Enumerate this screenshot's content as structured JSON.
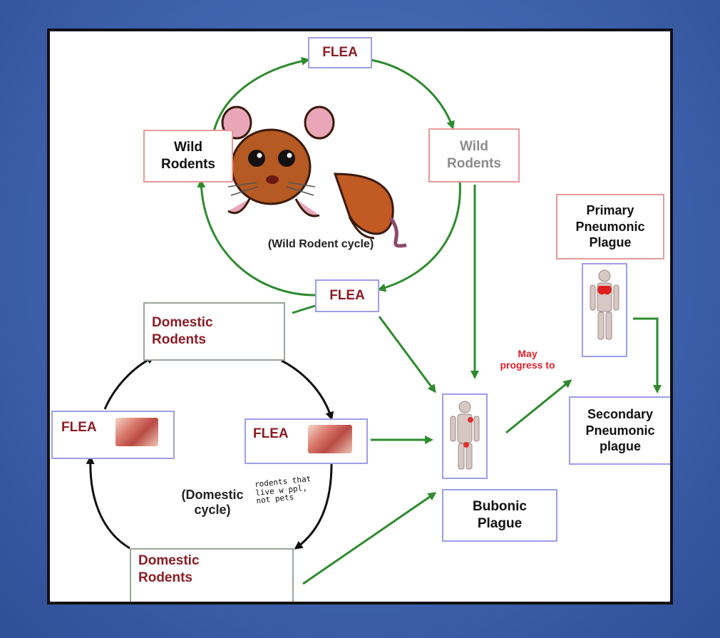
{
  "boxes": {
    "flea_top": "FLEA",
    "wild_rodents_left": "Wild\nRodents",
    "wild_rodents_right": "Wild\nRodents",
    "flea_middle": "FLEA",
    "domestic_rodents_top": "Domestic\nRodents",
    "flea_left": "FLEA",
    "flea_right": "FLEA",
    "domestic_rodents_bottom": "Domestic\nRodents",
    "bubonic_plague": "Bubonic\nPlague",
    "primary_pneumonic": "Primary\nPneumonic\nPlague",
    "secondary_pneumonic": "Secondary\nPneumonic\nplague"
  },
  "labels": {
    "wild_cycle": "(Wild Rodent cycle)",
    "domestic_cycle": "(Domestic\ncycle)",
    "may_progress": "May\nprogress to",
    "handwritten_note": "rodents that\nlive w ppl,\nnot pets"
  },
  "colors": {
    "green_arrow": "#2e8b2e",
    "black_arrow": "#111111",
    "red_text": "#e0202a",
    "box_title_red": "#8a1c24"
  },
  "icons": [
    "wild-rodent-illustration",
    "black-rat-icon",
    "flea-tissue-image",
    "human-body-figure"
  ]
}
